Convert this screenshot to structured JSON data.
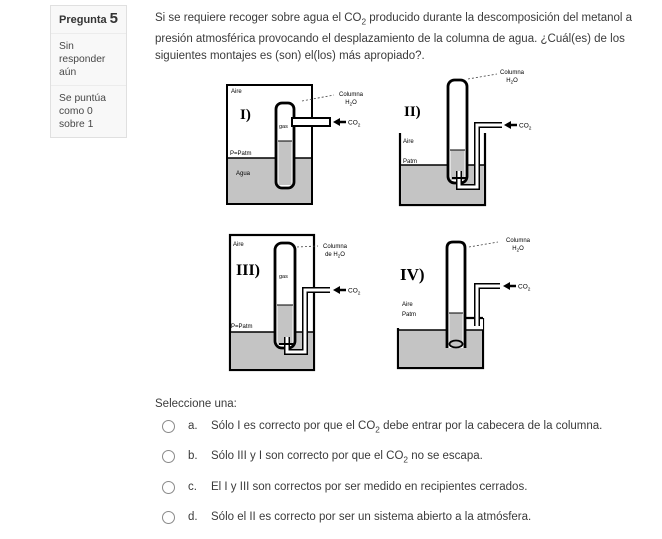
{
  "sidebar": {
    "question_label": "Pregunta",
    "question_number": "5",
    "status": "Sin responder aún",
    "grade": "Se puntúa como 0 sobre 1"
  },
  "question": {
    "seg1": "Si se requiere recoger sobre agua el CO",
    "sub": "2",
    "seg2": " producido durante la descomposición del metanol a presión atmosférica provocando el desplazamiento de la columna de agua. ¿Cuál(es) de los siguientes montajes es (son) el(los) más apropiado?."
  },
  "prompt": "Seleccione una:",
  "options": [
    {
      "letter": "a.",
      "seg1": "Sólo I es correcto por que el CO",
      "sub": "2",
      "seg2": " debe entrar por la cabecera de la columna."
    },
    {
      "letter": "b.",
      "seg1": "Sólo III y I son correcto por que el CO",
      "sub": "2",
      "seg2": " no se escapa."
    },
    {
      "letter": "c.",
      "seg1": "El I y III son correctos por ser medido en recipientes cerrados.",
      "sub": "",
      "seg2": ""
    },
    {
      "letter": "d.",
      "seg1": "Sólo el II es correcto por ser un sistema abierto a la atmósfera.",
      "sub": "",
      "seg2": ""
    }
  ],
  "diagrams": {
    "water_color": "#c4c4c4",
    "line_color": "#000000",
    "i": {
      "numeral": "I)",
      "air": "Aire",
      "gas": "gas",
      "pressure": "P=Patm",
      "water": "Agua",
      "col1": "Columna",
      "col2_pre": "H",
      "col2_sub": "2",
      "col2_post": "O",
      "co2_pre": "CO",
      "co2_sub": "2"
    },
    "ii": {
      "numeral": "II)",
      "air": "Aire",
      "pressure": "Patm",
      "col1": "Columna",
      "col2_pre": "H",
      "col2_sub": "2",
      "col2_post": "O",
      "co2_pre": "CO",
      "co2_sub": "2"
    },
    "iii": {
      "numeral": "III)",
      "air": "Aire",
      "gas": "gas",
      "pressure": "P=Patm",
      "col1": "Columna",
      "col2_pre": "de H",
      "col2_sub": "2",
      "col2_post": "O",
      "co2_pre": "CO",
      "co2_sub": "2"
    },
    "iv": {
      "numeral": "IV)",
      "air": "Aire",
      "pressure": "Patm",
      "col1": "Columna",
      "col2_pre": "H",
      "col2_sub": "2",
      "col2_post": "O",
      "co2_pre": "CO",
      "co2_sub": "2"
    }
  }
}
